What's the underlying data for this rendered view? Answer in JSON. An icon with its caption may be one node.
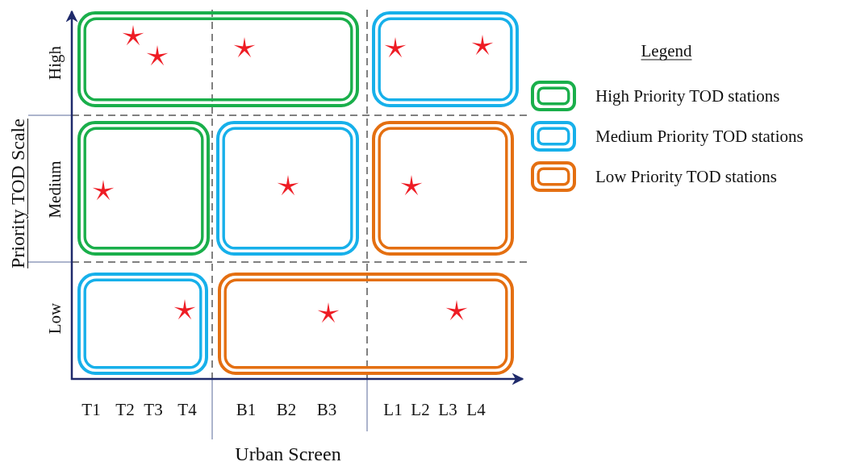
{
  "diagram": {
    "labels": [
      "Priority TOD Scale",
      "High",
      "Medium",
      "Low",
      "T1",
      "T2",
      "T3",
      "T4",
      "B1",
      "B2",
      "B3",
      "L1",
      "L2",
      "L3",
      "L4",
      "Urban Screen",
      "Legend"
    ],
    "legend": [
      {
        "text": "High Priority TOD stations",
        "color": "#1aaf4b"
      },
      {
        "text": "Medium Priority TOD stations",
        "color": "#17b0ea"
      },
      {
        "text": "Low Priority TOD stations",
        "color": "#e46f11"
      }
    ]
  }
}
